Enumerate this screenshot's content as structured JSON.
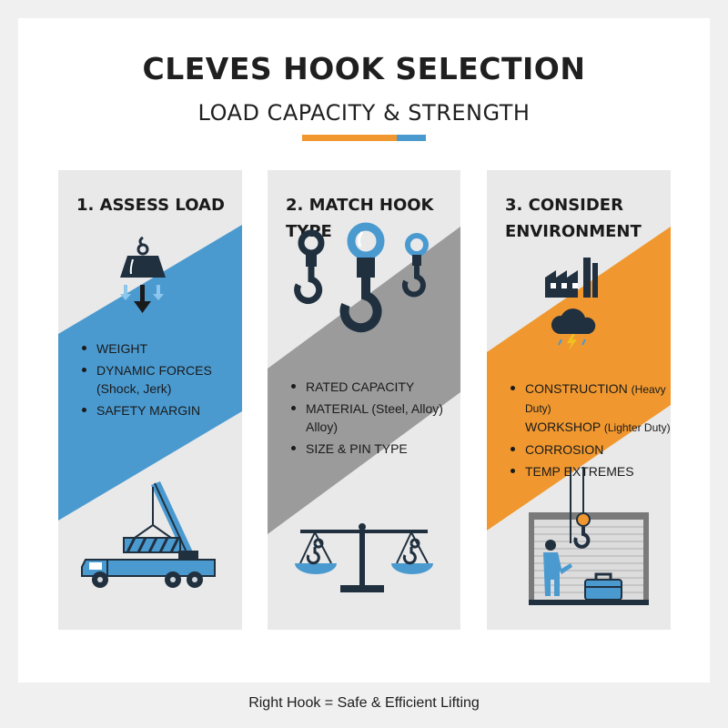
{
  "header": {
    "title": "CLEVES HOOK SELECTION",
    "subtitle": "LOAD CAPACITY & STRENGTH"
  },
  "colors": {
    "orange": "#f0982f",
    "blue": "#4a9ad0",
    "gray": "#9b9b9b",
    "navy": "#20303f"
  },
  "panels": [
    {
      "title": "1. ASSESS LOAD",
      "items": [
        {
          "text": "WEIGHT",
          "sub": ""
        },
        {
          "text": "DYNAMIC FORCES",
          "sub": ""
        },
        {
          "text": "",
          "sub": "(Shock, Jerk)"
        },
        {
          "text": "SAFETY MARGIN",
          "sub": ""
        }
      ],
      "icons": [
        "weight-icon",
        "down-arrow-icon",
        "crane-truck-icon"
      ]
    },
    {
      "title": "2. MATCH HOOK TYPE",
      "items": [
        {
          "text": "RATED CAPACITY",
          "sub": ""
        },
        {
          "text": "MATERIAL (Steel, Alloy)",
          "sub": ""
        },
        {
          "text": "",
          "sub": "Alloy)"
        },
        {
          "text": "SIZE & PIN TYPE",
          "sub": ""
        }
      ],
      "icons": [
        "hook-icon",
        "balance-scale-icon"
      ]
    },
    {
      "title_line1": "3. CONSIDER",
      "title_line2": "ENVIRONMENT",
      "items": [
        {
          "text": "CONSTRUCTION",
          "sub": "(Heavy Duty)"
        },
        {
          "text": "WORKSHOP",
          "sub": "(Lighter Duty)"
        },
        {
          "text": "CORROSION",
          "sub": ""
        },
        {
          "text": "TEMP EXTREMES",
          "sub": ""
        }
      ],
      "icons": [
        "factory-icon",
        "storm-cloud-icon",
        "worker-icon",
        "toolbox-icon"
      ]
    }
  ],
  "footer": "Right Hook = Safe & Efficient Lifting"
}
